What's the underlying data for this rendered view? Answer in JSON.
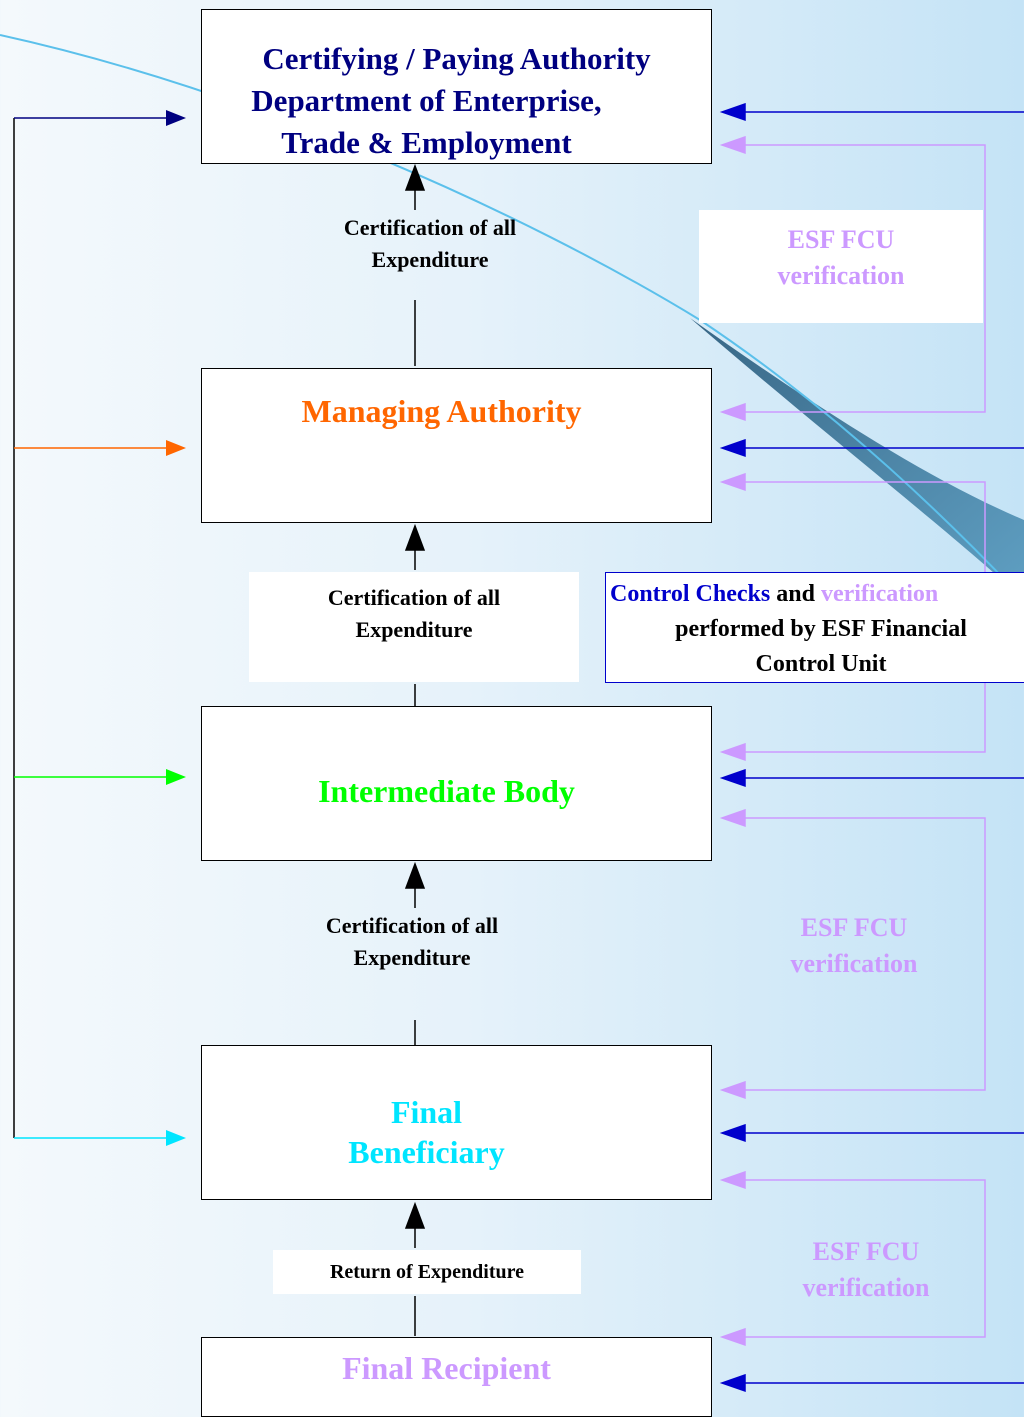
{
  "boxes": {
    "certifying": {
      "line1": "Certifying / Paying Authority",
      "line2": "Department of Enterprise,",
      "line3": "Trade & Employment",
      "color": "#000080"
    },
    "managing": {
      "title": "Managing Authority",
      "color": "#ff6600"
    },
    "intermediate": {
      "title": "Intermediate Body",
      "color": "#00ff00"
    },
    "final_beneficiary": {
      "line1": "Final",
      "line2": "Beneficiary",
      "color": "#00e5ff"
    },
    "final_recipient": {
      "title": "Final Recipient",
      "color": "#cc99ff"
    }
  },
  "flow_labels": {
    "cert1": {
      "line1": "Certification of all",
      "line2": "Expenditure"
    },
    "cert2": {
      "line1": "Certification of all",
      "line2": "Expenditure"
    },
    "cert3": {
      "line1": "Certification of all",
      "line2": "Expenditure"
    },
    "return": "Return of Expenditure"
  },
  "esf": {
    "label1": {
      "line1": "ESF FCU",
      "line2": "verification"
    },
    "label2": {
      "line1": "ESF FCU",
      "line2": "verification"
    },
    "label3": {
      "line1": "ESF FCU",
      "line2": "verification"
    }
  },
  "control": {
    "part1": "Control Checks",
    "part2": " and ",
    "part3": "verification",
    "line2": "performed by ESF Financial",
    "line3": "Control Unit"
  },
  "colors": {
    "background_left": "#f4f9fc",
    "background_right": "#c4e3f6",
    "control_blue": "#0000cc",
    "verification_purple": "#cc99ff",
    "decor_curve": "#5bc0eb",
    "decor_ribbon": "#3b6f8f"
  }
}
